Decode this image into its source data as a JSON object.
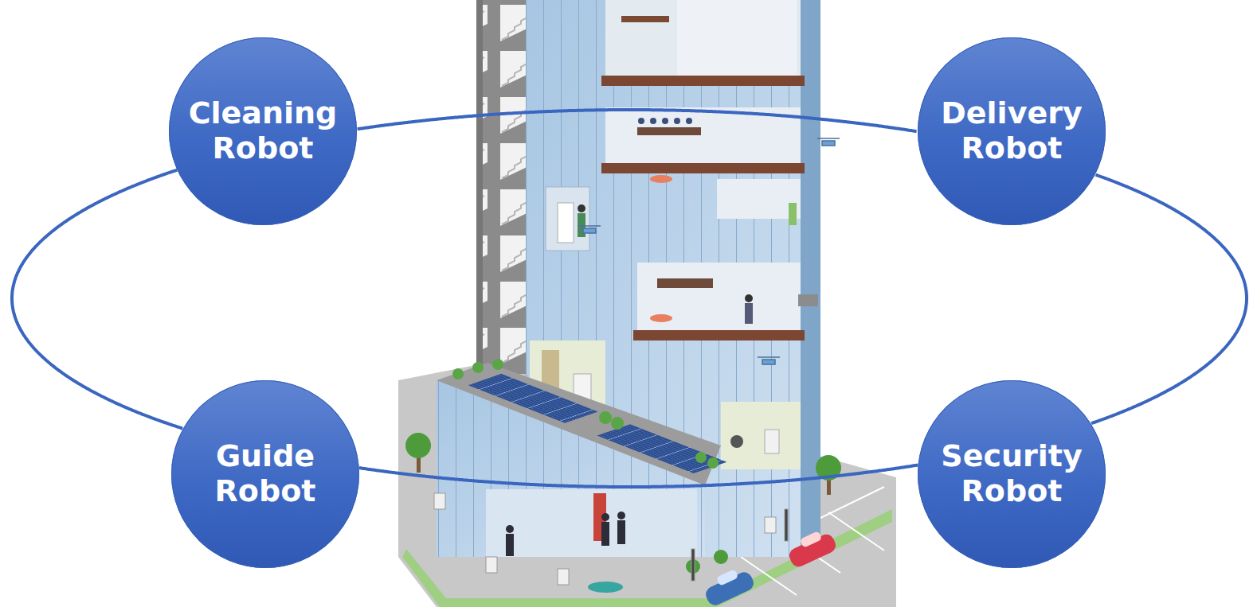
{
  "diagram": {
    "nodes": [
      {
        "text": [
          "Cleaning Robot"
        ]
      },
      {
        "text": [
          "Delivery Robot"
        ]
      },
      {
        "text": [
          "Guide Robot"
        ]
      },
      {
        "text": [
          "Security Robot"
        ]
      }
    ],
    "edges": [
      {
        "from": 0,
        "to": 1,
        "arrow": "none"
      },
      {
        "from": 1,
        "to": 3,
        "arrow": "none"
      },
      {
        "from": 3,
        "to": 2,
        "arrow": "none"
      },
      {
        "from": 2,
        "to": 0,
        "arrow": "none"
      }
    ]
  }
}
